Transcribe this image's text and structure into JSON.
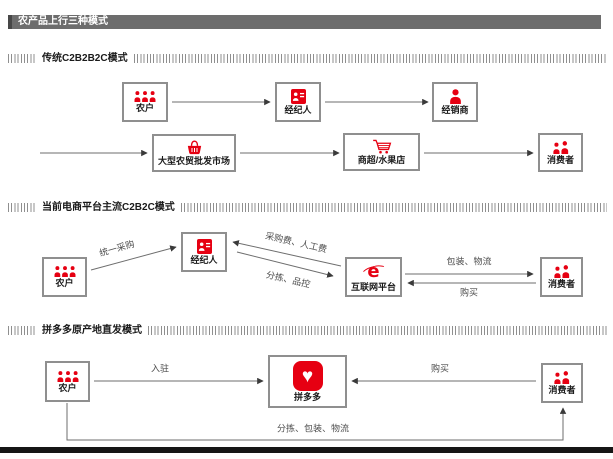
{
  "title": "农产品上行三种模式",
  "colors": {
    "accent_red": "#e60012",
    "title_bar_bg": "#6d6d6d",
    "box_border": "#8f8f8f",
    "connector_line": "#6e6e6e",
    "footer_bar": "#161616"
  },
  "icons": {
    "pdd_heart": "♥",
    "internet_e": "e"
  },
  "sections": [
    {
      "heading": "传统C2B2B2C模式",
      "nodes": [
        {
          "label": "农户",
          "icon": "farmers-icon"
        },
        {
          "label": "经纪人",
          "icon": "broker-icon"
        },
        {
          "label": "经销商",
          "icon": "dealer-icon"
        },
        {
          "label": "大型农贸批发市场",
          "icon": "market-basket-icon"
        },
        {
          "label": "商超/水果店",
          "icon": "cart-icon"
        },
        {
          "label": "消费者",
          "icon": "consumers-icon"
        }
      ],
      "edges": []
    },
    {
      "heading": "当前电商平台主流C2B2C模式",
      "nodes": [
        {
          "label": "农户",
          "icon": "farmers-icon"
        },
        {
          "label": "经纪人",
          "icon": "broker-icon"
        },
        {
          "label": "互联网平台",
          "icon": "internet-e-icon"
        },
        {
          "label": "消费者",
          "icon": "consumers-icon"
        }
      ],
      "edges": [
        {
          "label": "统一采购"
        },
        {
          "label": "采购费、人工费"
        },
        {
          "label": "分拣、品控"
        },
        {
          "label": "包装、物流"
        },
        {
          "label": "购买"
        }
      ]
    },
    {
      "heading": "拼多多原产地直发模式",
      "nodes": [
        {
          "label": "农户",
          "icon": "farmers-icon"
        },
        {
          "label": "拼多多",
          "icon": "pinduoduo-icon"
        },
        {
          "label": "消费者",
          "icon": "consumers-icon"
        }
      ],
      "edges": [
        {
          "label": "入驻"
        },
        {
          "label": "购买"
        },
        {
          "label": "分拣、包装、物流"
        }
      ]
    }
  ]
}
